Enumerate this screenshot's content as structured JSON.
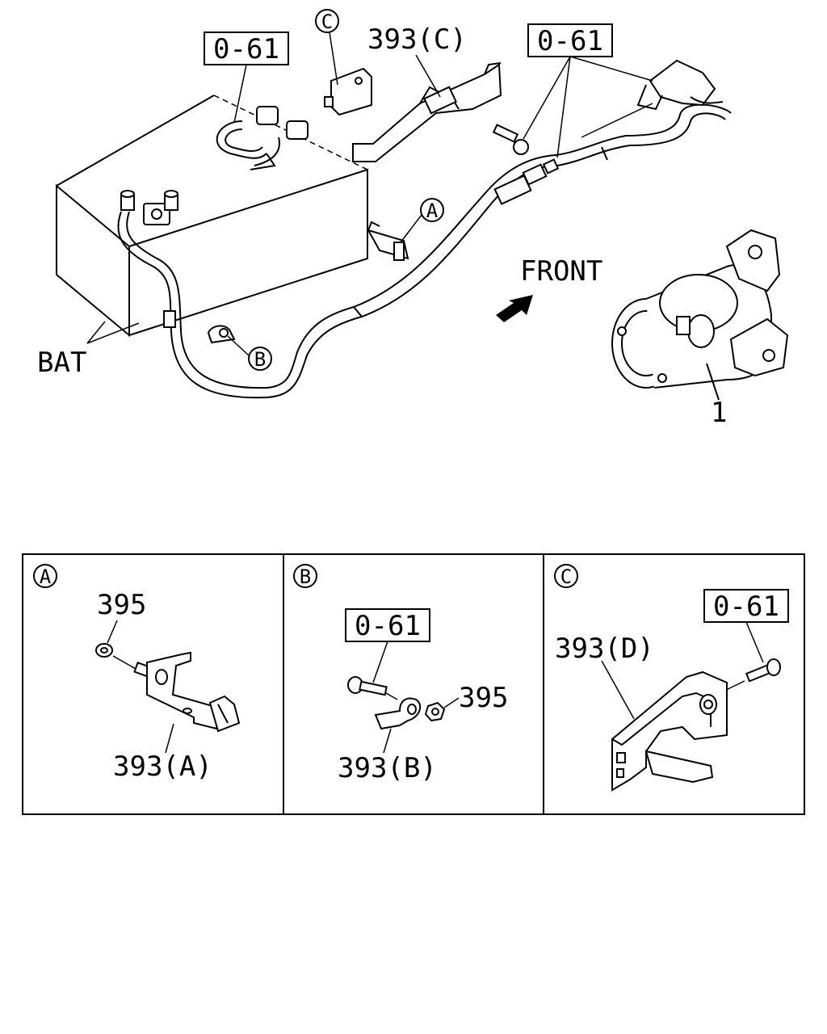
{
  "callouts": {
    "ref_top_left": "0-61",
    "ref_top_right": "0-61",
    "part_393c": "393(C)",
    "detail_c_marker": "C",
    "detail_a_marker": "A",
    "detail_b_marker": "B",
    "front": "FRONT",
    "bat": "BAT",
    "part_1": "1"
  },
  "details": [
    {
      "key": "A",
      "marker": "A",
      "nut_label": "395",
      "bracket_label": "393(A)"
    },
    {
      "key": "B",
      "marker": "B",
      "ref_label": "0-61",
      "nut_label": "395",
      "bracket_label": "393(B)"
    },
    {
      "key": "C",
      "marker": "C",
      "ref_label": "0-61",
      "bracket_label": "393(D)"
    }
  ]
}
